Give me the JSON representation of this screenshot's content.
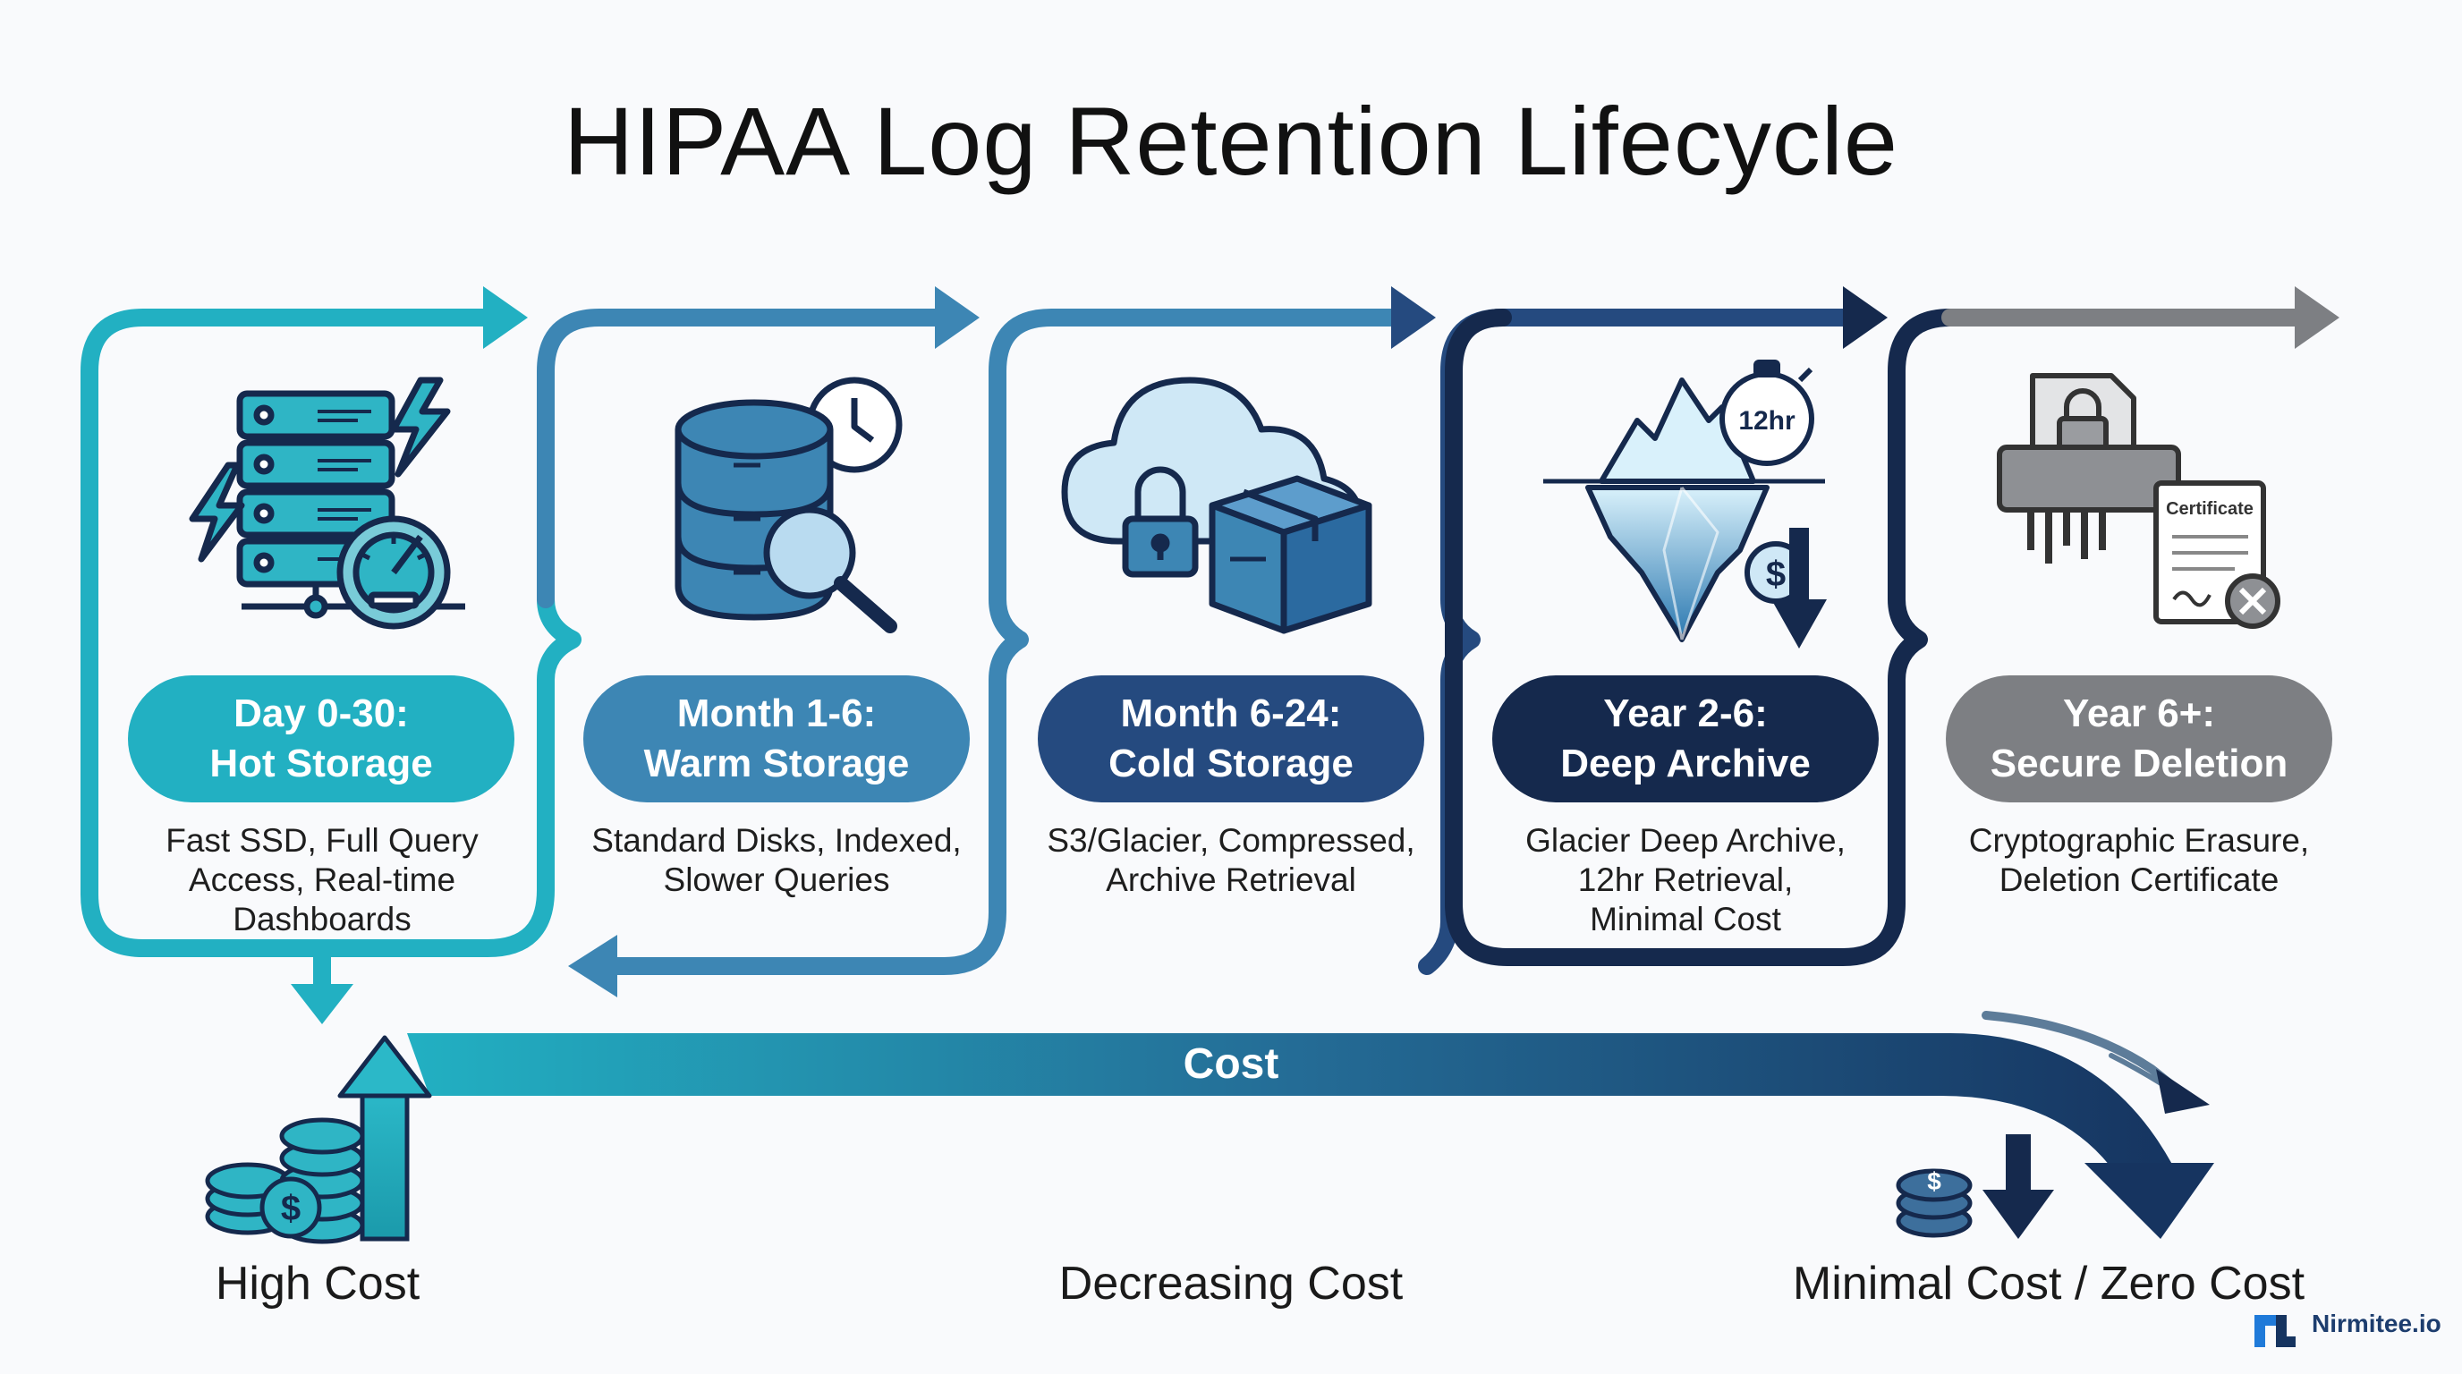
{
  "title": "HIPAA Log Retention Lifecycle",
  "stages": [
    {
      "period": "Day 0-30:",
      "name": "Hot Storage",
      "description": [
        "Fast SSD, Full Query",
        "Access, Real-time",
        "Dashboards"
      ],
      "color": "#22b0c2",
      "icon": "server-speed-icon"
    },
    {
      "period": "Month 1-6:",
      "name": "Warm Storage",
      "description": [
        "Standard Disks, Indexed,",
        "Slower Queries"
      ],
      "color": "#3d86b4",
      "icon": "database-search-icon"
    },
    {
      "period": "Month 6-24:",
      "name": "Cold Storage",
      "description": [
        "S3/Glacier, Compressed,",
        "Archive Retrieval"
      ],
      "color": "#254a7f",
      "icon": "cloud-lock-box-icon"
    },
    {
      "period": "Year 2-6:",
      "name": "Deep Archive",
      "description": [
        "Glacier Deep Archive,",
        "12hr Retrieval,",
        "Minimal Cost"
      ],
      "color": "#15294d",
      "icon": "iceberg-icon",
      "badge": "12hr"
    },
    {
      "period": "Year 6+:",
      "name": "Secure Deletion",
      "description": [
        "Cryptographic Erasure,",
        "Deletion Certificate"
      ],
      "color": "#7d7f83",
      "icon": "shredder-certificate-icon",
      "badge": "Certificate"
    }
  ],
  "cost": {
    "bar_label": "Cost",
    "start_label": "High Cost",
    "middle_label": "Decreasing Cost",
    "end_label": "Minimal Cost / Zero Cost"
  },
  "brand": {
    "name": "Nirmitee.io"
  }
}
